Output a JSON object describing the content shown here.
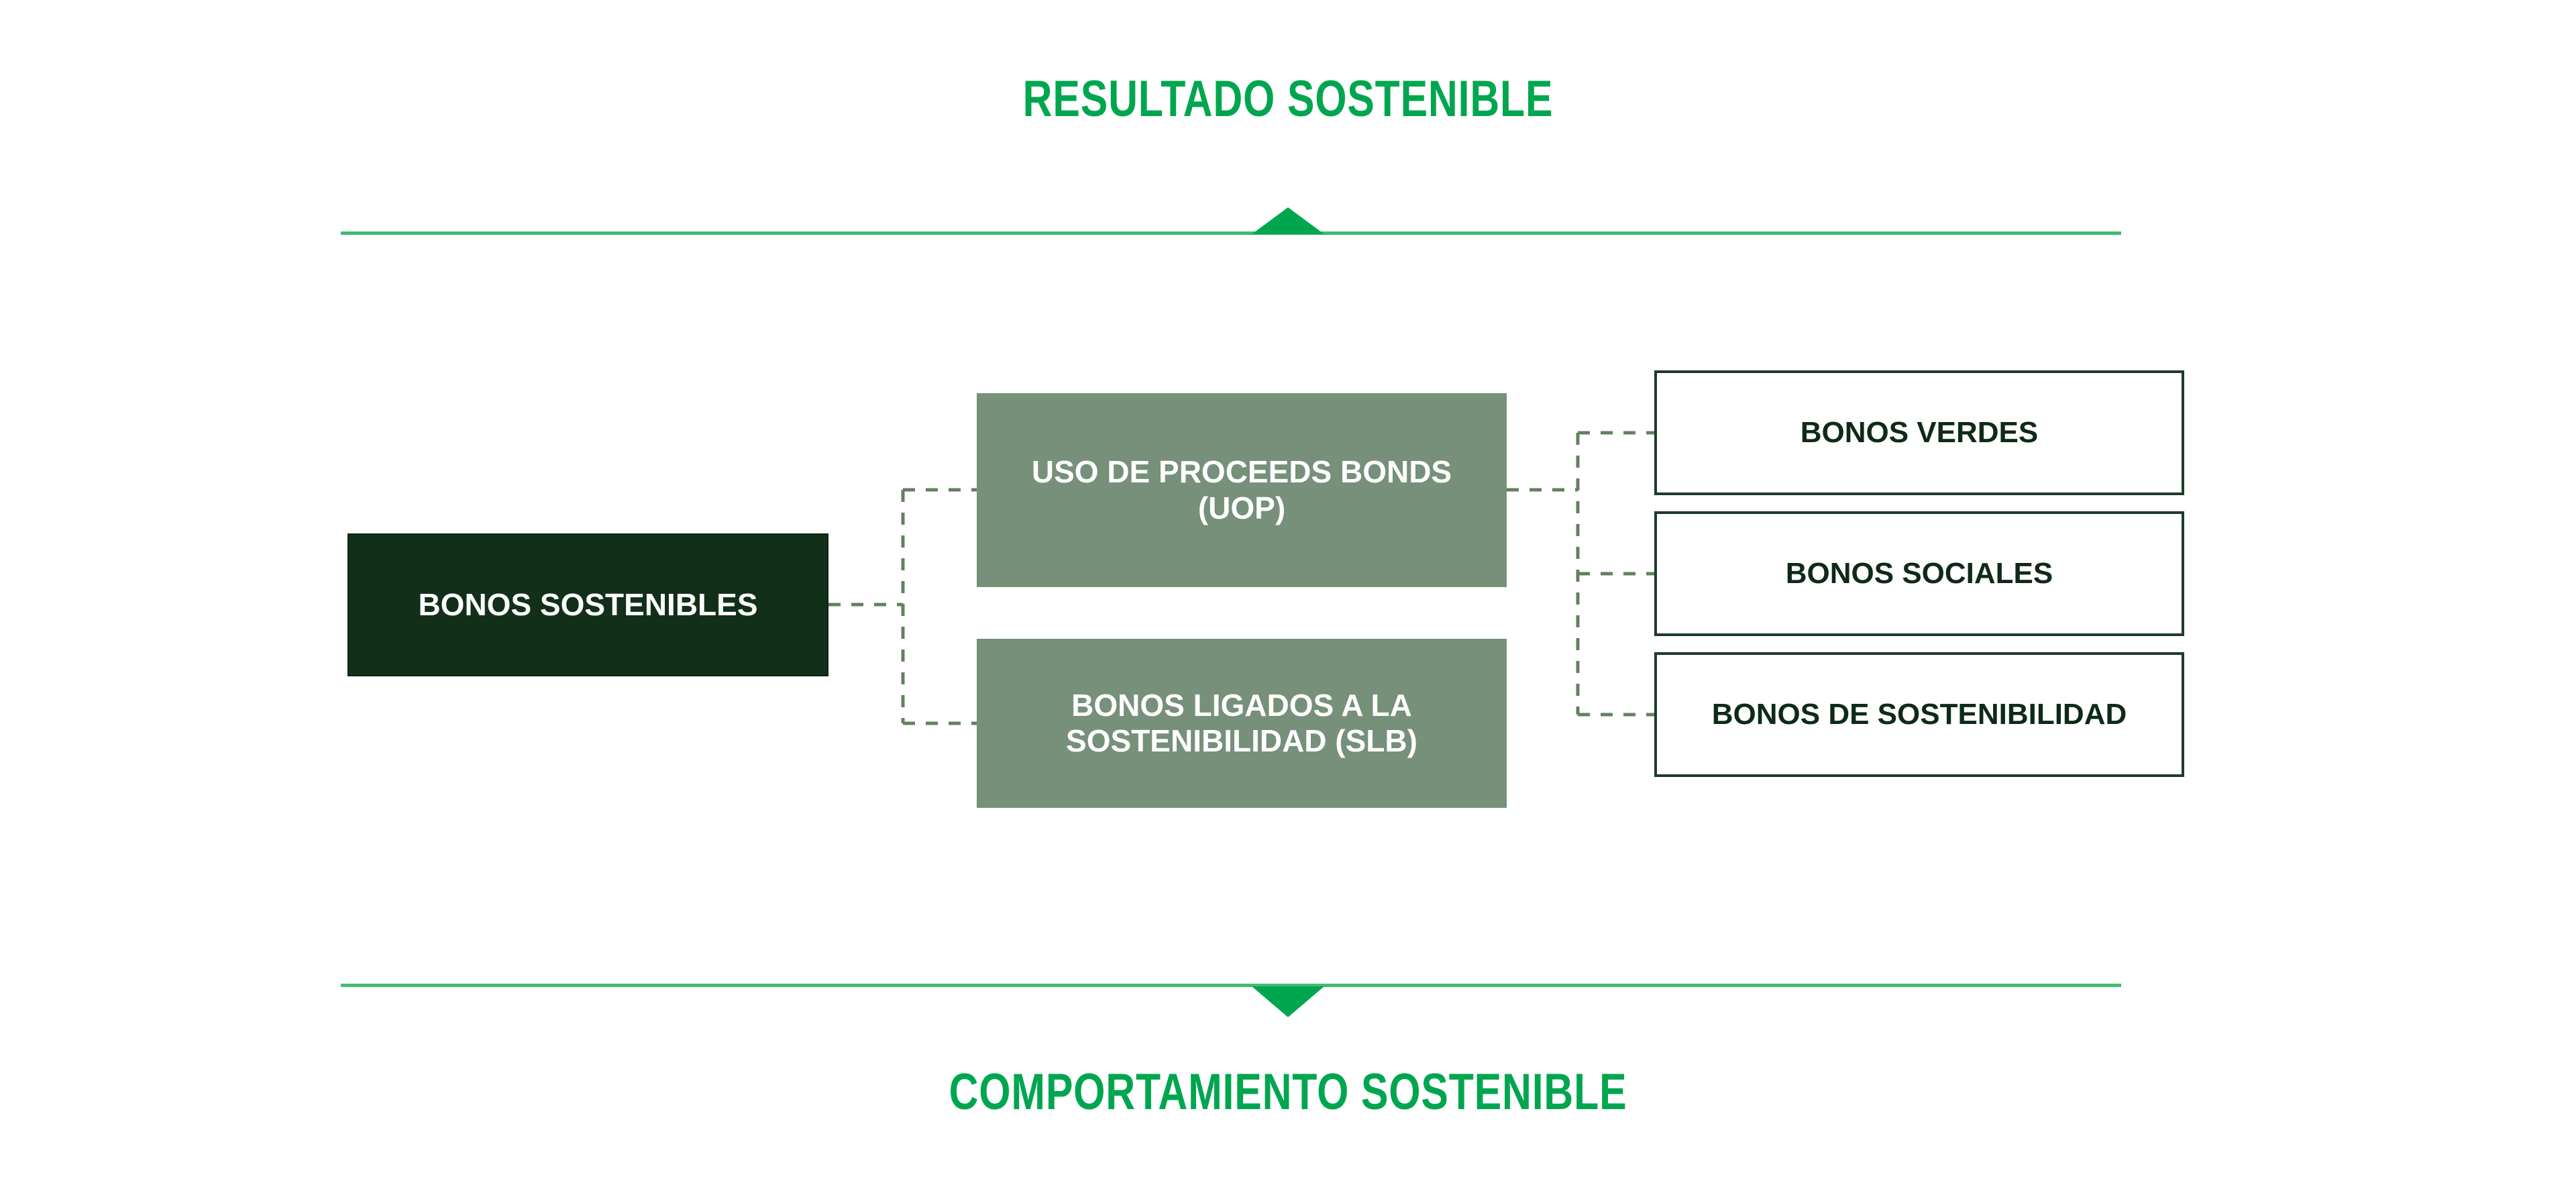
{
  "diagram": {
    "top_title": "RESULTADO SOSTENIBLE",
    "bottom_title": "COMPORTAMIENTO SOSTENIBLE",
    "colors": {
      "accent_green": "#00A64F",
      "divider_green": "#3FBC71",
      "root_fill": "#123019",
      "mid_fill": "#76907A",
      "leaf_border": "#1F3B2A",
      "leaf_text": "#0F2A18",
      "connector": "#63805F"
    },
    "root": {
      "label": "BONOS SOSTENIBLES"
    },
    "categories": [
      {
        "id": "uop",
        "label": "USO DE PROCEEDS BONDS (UOP)"
      },
      {
        "id": "slb",
        "label": "BONOS LIGADOS A LA SOSTENIBILIDAD (SLB)"
      }
    ],
    "instruments": [
      {
        "id": "verdes",
        "label": "BONOS VERDES"
      },
      {
        "id": "sociales",
        "label": "BONOS SOCIALES"
      },
      {
        "id": "sosten",
        "label": "BONOS DE SOSTENIBILIDAD"
      }
    ]
  }
}
